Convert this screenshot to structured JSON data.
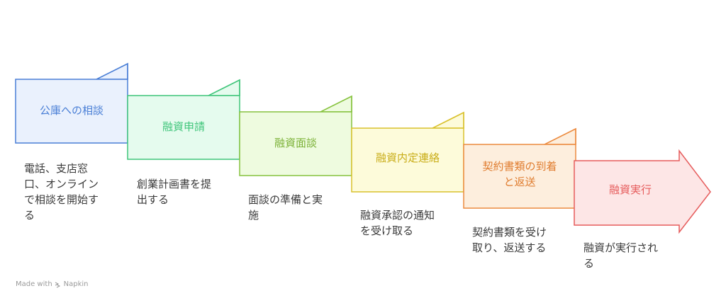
{
  "steps": [
    {
      "title": "公庫への相談",
      "description": "電話、支店窓\n口、オンライン\nで相談を開始す\nる",
      "fill": "#eaf1fd",
      "stroke": "#4a7fd6",
      "text_color": "#4a7fd6"
    },
    {
      "title": "融資申請",
      "description": "創業計画書を提\n出する",
      "fill": "#e5fbee",
      "stroke": "#3fc57a",
      "text_color": "#3fc57a"
    },
    {
      "title": "融資面談",
      "description": "面談の準備と実\n施",
      "fill": "#eefbdf",
      "stroke": "#86c23e",
      "text_color": "#7bb136"
    },
    {
      "title": "融資内定連絡",
      "description": "融資承認の通知\nを受け取る",
      "fill": "#fdfbda",
      "stroke": "#d9c12c",
      "text_color": "#c9ad18"
    },
    {
      "title": "契約書類の到着\nと返送",
      "description": "契約書類を受け\n取り、返送する",
      "fill": "#fdeedd",
      "stroke": "#ec8a3e",
      "text_color": "#e07d30"
    },
    {
      "title": "融資実行",
      "description": "融資が実行され\nる",
      "fill": "#fde6e6",
      "stroke": "#e65c5c",
      "text_color": "#e65c5c"
    }
  ],
  "footer": {
    "made_with": "Made with",
    "brand": "Napkin"
  },
  "icons": {
    "footer_logo": "napkin-logo-icon"
  }
}
